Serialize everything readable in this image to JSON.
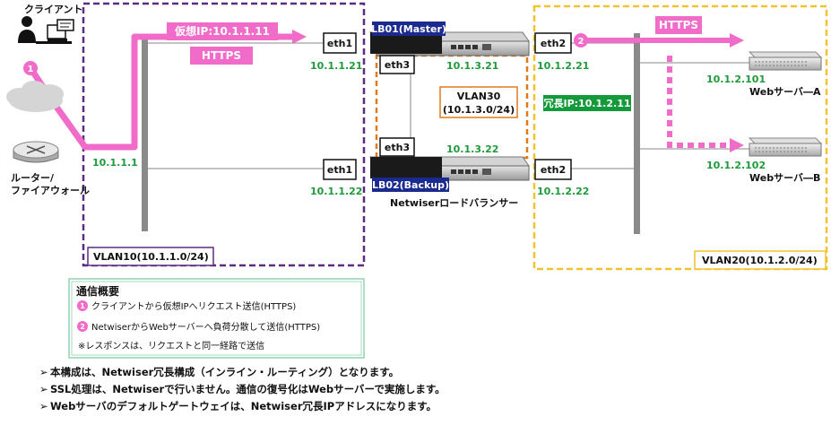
{
  "client": {
    "label": "クライアント",
    "step": "1"
  },
  "router": {
    "label_line1": "ルーター/",
    "label_line2": "ファイアウォール"
  },
  "vlan10": {
    "label": "VLAN10(10.1.1.0/24)",
    "gateway_ip": "10.1.1.1"
  },
  "vlan20": {
    "label": "VLAN20(10.1.2.0/24)"
  },
  "vlan30": {
    "label_line1": "VLAN30",
    "label_line2": "(10.1.3.0/24)"
  },
  "virtual_ip_tag": "仮想IP:10.1.1.11",
  "https_left": "HTTPS",
  "https_right": "HTTPS",
  "redundant_ip_tag": "冗長IP:10.1.2.11",
  "lb_master": {
    "name": "LB01(Master)",
    "eth1": "eth1",
    "eth1_ip": "10.1.1.21",
    "eth3": "eth3",
    "eth3_ip": "10.1.3.21",
    "eth2": "eth2",
    "eth2_ip": "10.1.2.21",
    "step": "2"
  },
  "lb_backup": {
    "name": "LB02(Backup)",
    "eth1": "eth1",
    "eth1_ip": "10.1.1.22",
    "eth3": "eth3",
    "eth3_ip": "10.1.3.22",
    "eth2": "eth2",
    "eth2_ip": "10.1.2.22"
  },
  "lb_product": "Netwiserロードバランサー",
  "web_a": {
    "ip": "10.1.2.101",
    "label": "Webサーバ―A"
  },
  "web_b": {
    "ip": "10.1.2.102",
    "label": "Webサーバ―B"
  },
  "summary": {
    "title": "通信概要",
    "item1_num": "1",
    "item1": "クライアントから仮想IPへリクエスト送信(HTTPS)",
    "item2_num": "2",
    "item2": "NetwiserからWebサーバーへ負荷分散して送信(HTTPS)",
    "note": "※レスポンスは、リクエストと同一経路で送信"
  },
  "notes": [
    "本構成は、Netwiser冗長構成（インライン・ルーティング）となります。",
    "SSL処理は、Netwiserで行いません。通信の復号化はWebサーバーで実施します。",
    "Webサーバのデフォルトゲートウェイは、Netwiser冗長IPアドレスになります。"
  ],
  "colors": {
    "pink": "#f06cc8",
    "ip_green": "#1f9a3a",
    "tag_green": "#159a3b",
    "lb_navy": "#1b2a8f",
    "vlan10_purple": "#5a2d82",
    "vlan20_yellow": "#f2c230",
    "vlan30_orange": "#e07a1c",
    "switch_gray": "#8a8a8a"
  }
}
